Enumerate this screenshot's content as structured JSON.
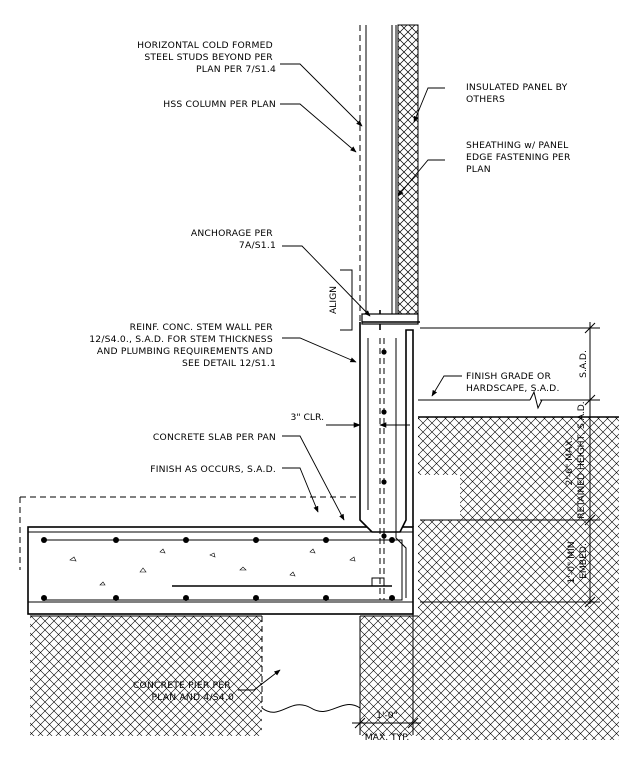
{
  "notes": {
    "cold_formed_studs": [
      "HORIZONTAL COLD FORMED",
      "STEEL STUDS BEYOND PER",
      "PLAN PER 7/S1.4"
    ],
    "hss_column": [
      "HSS COLUMN PER PLAN"
    ],
    "insulated_panel": [
      "INSULATED PANEL BY",
      "OTHERS"
    ],
    "sheathing": [
      "SHEATHING w/ PANEL",
      "EDGE FASTENING PER",
      "PLAN"
    ],
    "anchorage": [
      "ANCHORAGE PER",
      "7A/S1.1"
    ],
    "stem_wall": [
      "REINF. CONC. STEM WALL PER",
      "12/S4.0., S.A.D. FOR STEM THICKNESS",
      "AND PLUMBING REQUIREMENTS AND",
      "SEE DETAIL 12/S1.1"
    ],
    "finish_grade": [
      "FINISH GRADE OR",
      "HARDSCAPE, S.A.D."
    ],
    "concrete_slab": [
      "CONCRETE SLAB PER PAN"
    ],
    "finish": [
      "FINISH AS OCCURS, S.A.D."
    ],
    "concrete_pier": [
      "CONCRETE PIER PER",
      "PLAN AND 4/S4.0"
    ]
  },
  "dimensions": {
    "align": "ALIGN",
    "clear": "3\" CLR.",
    "sad": "S.A.D.",
    "retained": [
      "2'-6\" MAX.",
      "RETAINED HEIGHT, S.A.D."
    ],
    "embed": [
      "1'-0\" MIN",
      "EMBED."
    ],
    "width": "1'-0\"",
    "width_note": "MAX. TYP."
  }
}
